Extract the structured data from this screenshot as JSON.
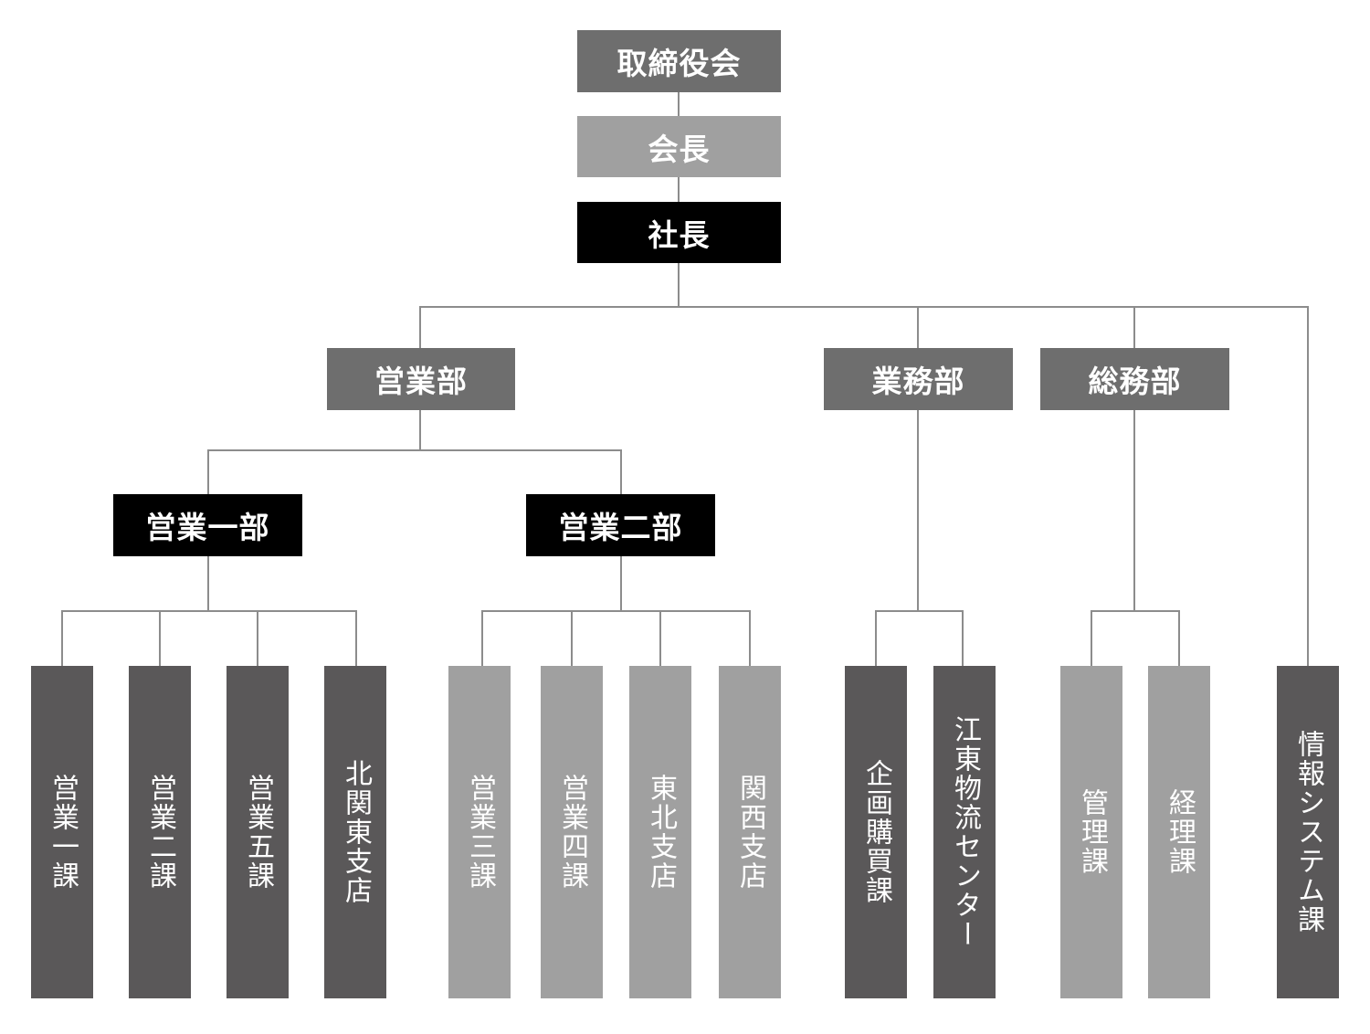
{
  "colors": {
    "dark": "#5a5859",
    "mid": "#6e6e6e",
    "light": "#a0a0a0",
    "black": "#000000",
    "line": "#8c8c8c"
  },
  "org": {
    "board": "取締役会",
    "chairman": "会長",
    "president": "社長",
    "sales_dept": "営業部",
    "operations_dept": "業務部",
    "general_affairs_dept": "総務部",
    "sales_div1": "営業一部",
    "sales_div2": "営業二部",
    "sales_sec1": "営業一課",
    "sales_sec2": "営業二課",
    "sales_sec5": "営業五課",
    "north_kanto_branch": "北関東支店",
    "sales_sec3": "営業三課",
    "sales_sec4": "営業四課",
    "tohoku_branch": "東北支店",
    "kansai_branch": "関西支店",
    "planning_purchasing_sec": "企画購買課",
    "koto_logistics_center": "江東物流センター",
    "management_sec": "管理課",
    "accounting_sec": "経理課",
    "info_systems_sec": "情報システム課"
  }
}
